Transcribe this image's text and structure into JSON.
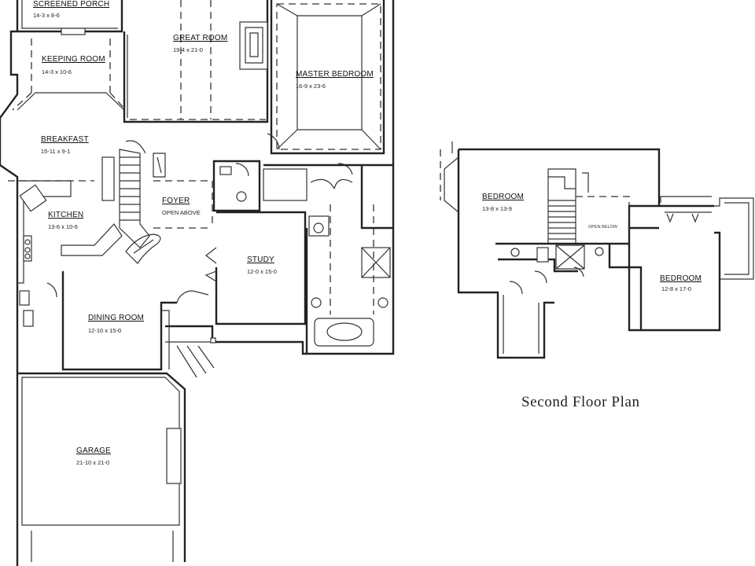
{
  "first_floor": {
    "rooms": [
      {
        "name": "SCREENED PORCH",
        "dims": "14-3 x 8-6"
      },
      {
        "name": "KEEPING ROOM",
        "dims": "14-3 x 10-6"
      },
      {
        "name": "BREAKFAST",
        "dims": "15-11 x 9-1"
      },
      {
        "name": "KITCHEN",
        "dims": "13-6 x 10-6"
      },
      {
        "name": "DINING ROOM",
        "dims": "12-10 x 15-0"
      },
      {
        "name": "GARAGE",
        "dims": "21-10 x 21-0"
      },
      {
        "name": "GREAT ROOM",
        "dims": "19-4 x 21-0"
      },
      {
        "name": "MASTER BEDROOM",
        "dims": "16-9 x 23-6"
      },
      {
        "name": "FOYER",
        "dims": "OPEN ABOVE"
      },
      {
        "name": "STUDY",
        "dims": "12-0 x 15-0"
      }
    ]
  },
  "second_floor": {
    "title": "Second Floor Plan",
    "rooms": [
      {
        "name": "BEDROOM",
        "dims": "13-8 x 13-9"
      },
      {
        "name": "BEDROOM",
        "dims": "12-8 x 17-0"
      }
    ],
    "labels": {
      "open_below": "OPEN BELOW"
    }
  }
}
